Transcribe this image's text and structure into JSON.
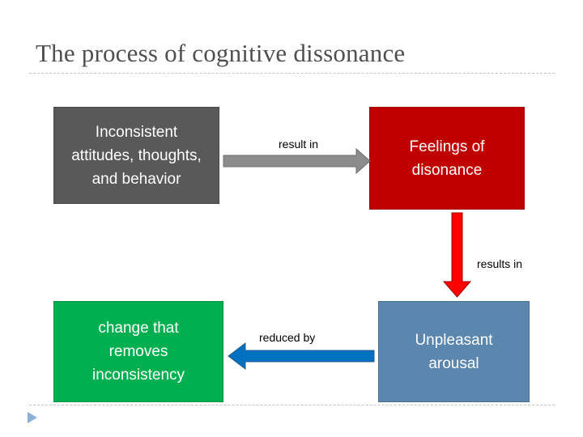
{
  "slide": {
    "title": "The process of cognitive dissonance"
  },
  "nodes": {
    "inconsistent": {
      "label": "Inconsistent\nattitudes, thoughts,\nand behavior",
      "color": "#595959"
    },
    "feelings": {
      "label": "Feelings of\ndisonance",
      "color": "#c00000"
    },
    "arousal": {
      "label": "Unpleasant\narousal",
      "color": "#5b86ad"
    },
    "change": {
      "label": " change that\nremoves\ninconsistency",
      "color": "#00b050"
    }
  },
  "edges": {
    "result_in": "result in",
    "results_in": "results in",
    "reduced_by": "reduced by"
  },
  "colors": {
    "arrow_gray": "#8c8c8c",
    "arrow_red": "#ff0000",
    "arrow_blue": "#0070c0",
    "bullet": "#8eb0d8"
  }
}
